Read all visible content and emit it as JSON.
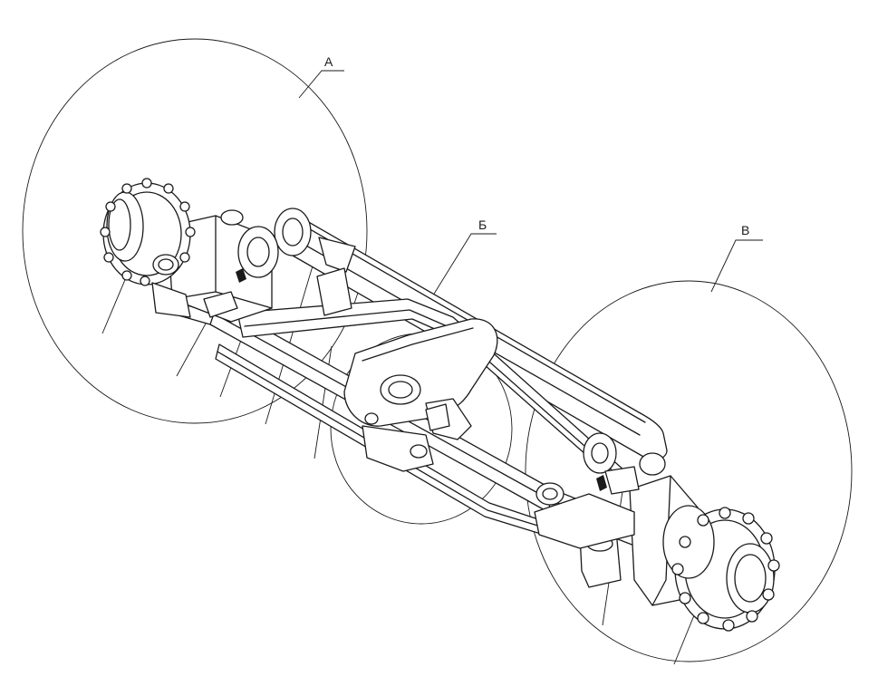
{
  "labels": {
    "a": "А",
    "b": "Б",
    "v": "В"
  },
  "colors": {
    "ink": "#1a1a1a",
    "paper": "#ffffff"
  }
}
